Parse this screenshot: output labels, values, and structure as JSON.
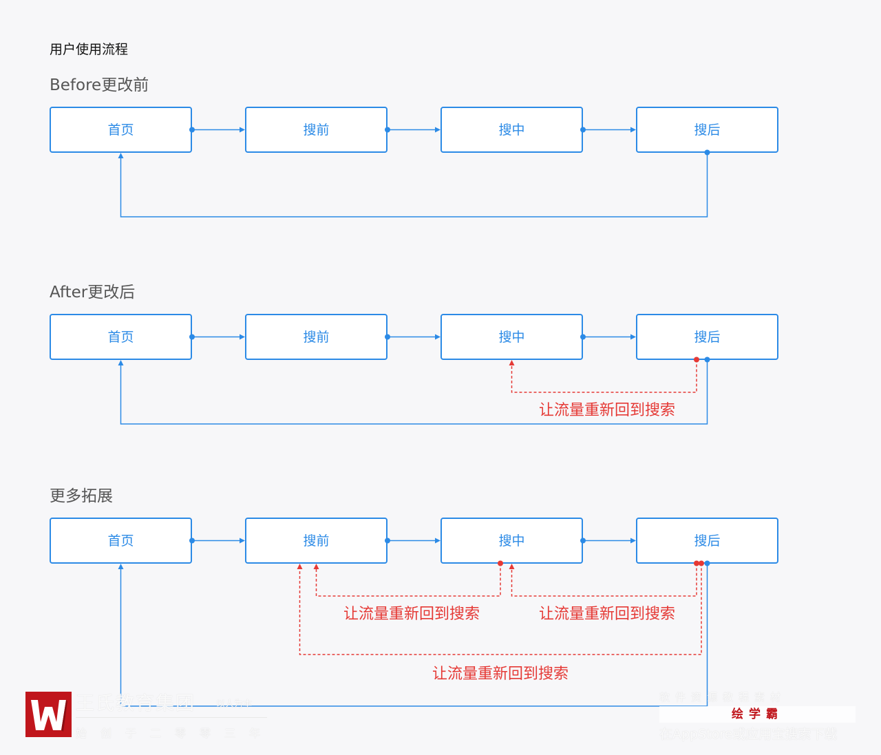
{
  "page_title": "用户使用流程",
  "sections": [
    {
      "title": "Before更改前",
      "nodes": [
        "首页",
        "搜前",
        "搜中",
        "搜后"
      ]
    },
    {
      "title": "After更改后",
      "nodes": [
        "首页",
        "搜前",
        "搜中",
        "搜后"
      ],
      "redirect_labels": [
        "让流量重新回到搜索"
      ]
    },
    {
      "title": "更多拓展",
      "nodes": [
        "首页",
        "搜前",
        "搜中",
        "搜后"
      ],
      "redirect_labels": [
        "让流量重新回到搜索",
        "让流量重新回到搜索",
        "让流量重新回到搜索"
      ]
    }
  ],
  "colors": {
    "node": "#2b8ae6",
    "redirect": "#e53935",
    "background": "#f7f7f9"
  },
  "watermark": {
    "left_brand": "王氏教育集团",
    "left_tag": "以人为本",
    "left_slogan": "始创于二零零三年",
    "right_top": "软件资源教程素材",
    "right_app": "绘学霸",
    "right_bottom": "在AppStore或应用宝搜索下载"
  }
}
